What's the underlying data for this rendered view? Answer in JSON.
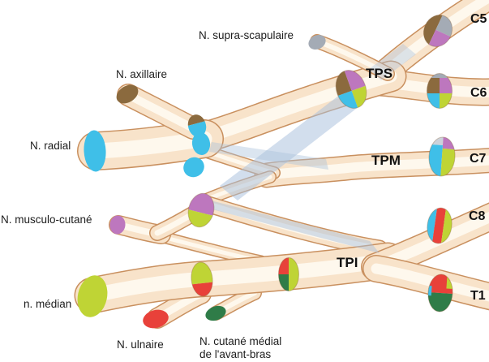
{
  "diagram": {
    "nerve_labels": {
      "supra_scapulaire": "N. supra-scapulaire",
      "axillaire": "N. axillaire",
      "radial": "N. radial",
      "musculo_cutane": "N. musculo-cutané",
      "median": "n. médian",
      "ulnaire": "N. ulnaire",
      "cutane_medial_line1": "N. cutané médial",
      "cutane_medial_line2": "de l'avant-bras"
    },
    "root_labels": {
      "c5": "C5",
      "c6": "C6",
      "c7": "C7",
      "c8": "C8",
      "t1": "T1"
    },
    "trunk_labels": {
      "tps": "TPS",
      "tpm": "TPM",
      "tpi": "TPI"
    }
  },
  "colors": {
    "radial_cyan": "#3fbfe8",
    "axillaire_brown": "#8b6a3e",
    "musculo_orchid": "#bd77be",
    "median_yellow_green": "#bfd435",
    "ulnaire_red": "#e8413a",
    "cutane_dark_green": "#2f7c48",
    "supra_gray": "#a4abb5",
    "c7_pale_gray": "#ccd2da",
    "tube_fill": "#f8e3ca",
    "tube_outline": "#c9905f",
    "fiber_band_blue": "#a9c0dc",
    "label_text": "#1d1d1d"
  }
}
